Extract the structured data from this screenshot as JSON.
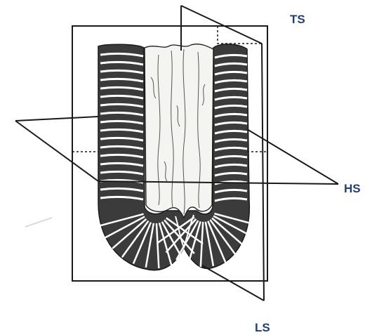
{
  "labels": {
    "ts": "TS",
    "hs": "HS",
    "ls": "LS"
  },
  "colors": {
    "line": "#1a1a1a",
    "label": "#1f3f7a",
    "lumen": "#f4f4f0",
    "muscle_fill": "#3b3b3b"
  }
}
